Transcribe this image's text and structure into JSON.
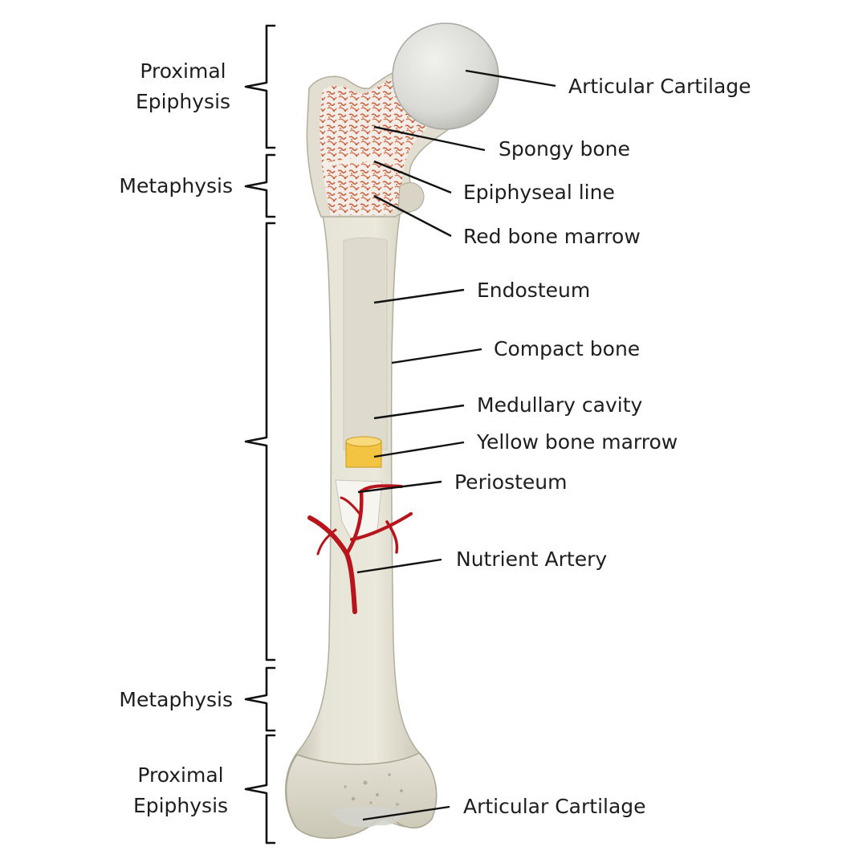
{
  "colors": {
    "bone": "#e3e0d3",
    "bone_shadow": "#c9c5b4",
    "cartilage": "#d6d6d2",
    "spongy": "#c86a4a",
    "yellow_marrow": "#f2c441",
    "artery": "#b8141c",
    "text": "#1e1e1e",
    "line": "#111111"
  },
  "regions": [
    {
      "id": "proximal-epiphysis-top",
      "lines": [
        "Proximal",
        "Epiphysis"
      ]
    },
    {
      "id": "metaphysis-top",
      "lines": [
        "Metaphysis"
      ]
    },
    {
      "id": "diaphysis",
      "lines": []
    },
    {
      "id": "metaphysis-bottom",
      "lines": [
        "Metaphysis"
      ]
    },
    {
      "id": "proximal-epiphysis-bottom",
      "lines": [
        "Proximal",
        "Epiphysis"
      ]
    }
  ],
  "labels": [
    {
      "id": "articular-cartilage-top",
      "text": "Articular Cartilage"
    },
    {
      "id": "spongy-bone",
      "text": "Spongy bone"
    },
    {
      "id": "epiphyseal-line",
      "text": "Epiphyseal line"
    },
    {
      "id": "red-bone-marrow",
      "text": "Red bone marrow"
    },
    {
      "id": "endosteum",
      "text": "Endosteum"
    },
    {
      "id": "compact-bone",
      "text": "Compact bone"
    },
    {
      "id": "medullary-cavity",
      "text": "Medullary cavity"
    },
    {
      "id": "yellow-bone-marrow",
      "text": "Yellow bone marrow"
    },
    {
      "id": "periosteum",
      "text": "Periosteum"
    },
    {
      "id": "nutrient-artery",
      "text": "Nutrient Artery"
    },
    {
      "id": "articular-cartilage-bottom",
      "text": "Articular Cartilage"
    }
  ]
}
